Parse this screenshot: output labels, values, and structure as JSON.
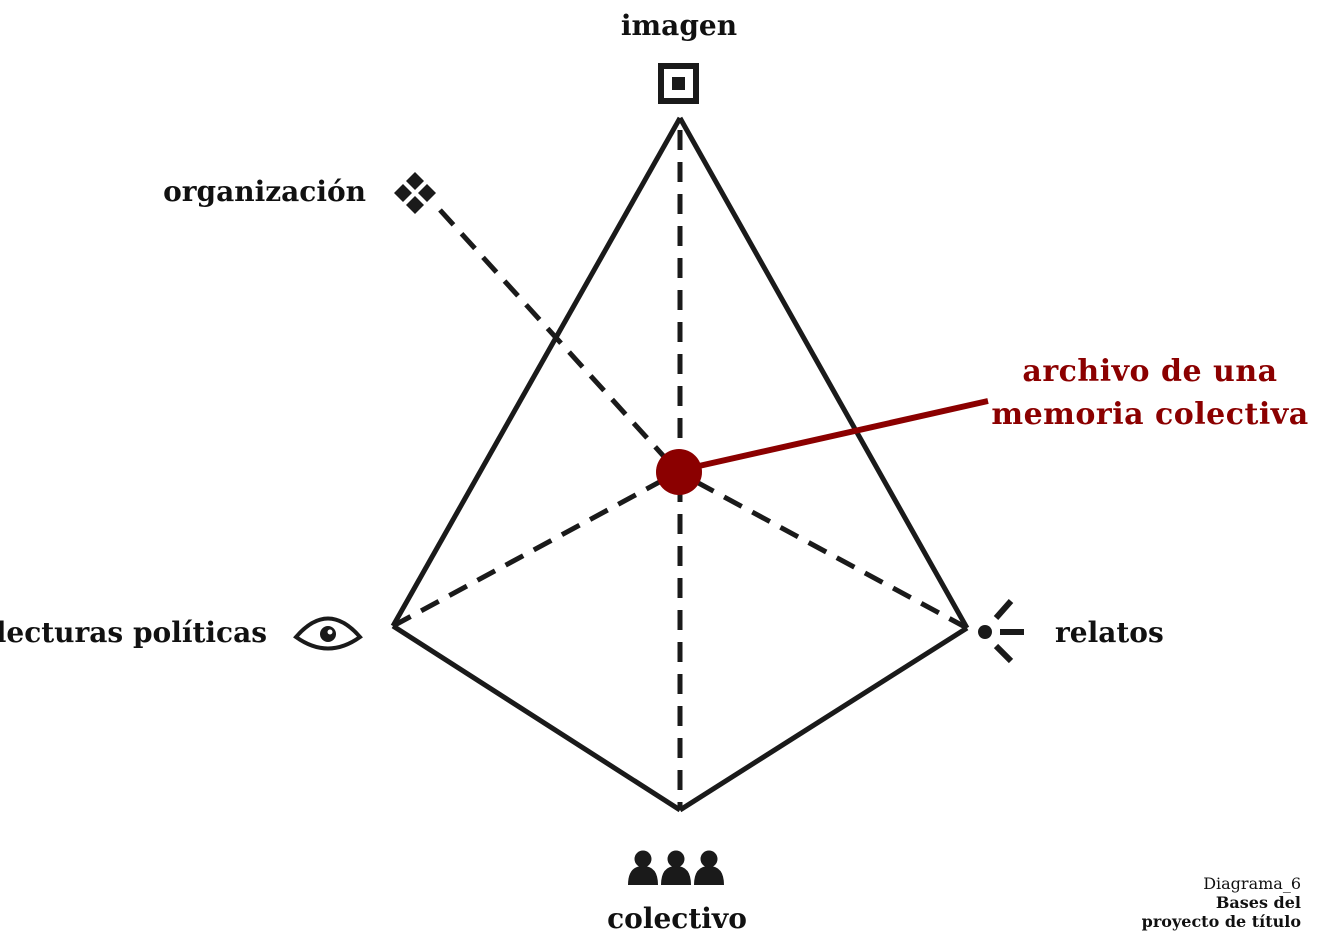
{
  "diagram": {
    "nodes": {
      "imagen": {
        "label": "imagen",
        "icon": "framed-square-icon"
      },
      "organizacion": {
        "label": "organización",
        "icon": "diamond-grid-icon"
      },
      "lecturas": {
        "label": "lecturas políticas",
        "icon": "eye-icon"
      },
      "relatos": {
        "label": "relatos",
        "icon": "speaking-dot-icon"
      },
      "colectivo": {
        "label": "colectivo",
        "icon": "people-group-icon"
      }
    },
    "center": {
      "label_line1": "archivo de una",
      "label_line2": "memoria colectiva",
      "color": "#8b0000"
    }
  },
  "caption": {
    "line1": "Diagrama_6",
    "line2": "Bases del",
    "line3": "proyecto de título"
  },
  "colors": {
    "ink": "#1a1a1a",
    "accent": "#8b0000",
    "background": "#ffffff"
  }
}
